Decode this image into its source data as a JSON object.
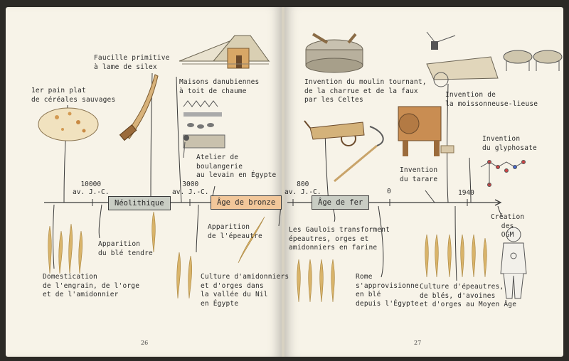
{
  "pages": {
    "left_number": "26",
    "right_number": "27"
  },
  "eras": {
    "neolithic": "Néolithique",
    "bronze": "Âge de bronze",
    "iron": "Âge de fer"
  },
  "dates": {
    "d10000": [
      "10000",
      "av. J.-C."
    ],
    "d3000": [
      "3000",
      "av. J.-C."
    ],
    "d800": [
      "800",
      "av. J.-C."
    ],
    "d0": [
      "0"
    ],
    "d1940": [
      "1940"
    ]
  },
  "labels": {
    "bread": [
      "1er pain plat",
      "de céréales sauvages"
    ],
    "sickle": [
      "Faucille primitive",
      "à lame de silex"
    ],
    "houses": [
      "Maisons danubiennes",
      "à toit de chaume"
    ],
    "bakery": [
      "Atelier de",
      "boulangerie",
      "au levain en Égypte"
    ],
    "mill": [
      "Invention du moulin tournant,",
      "de la charrue et de la faux",
      "par les Celtes"
    ],
    "harvester": [
      "Invention de",
      "la moissonneuse-lieuse"
    ],
    "tarare": [
      "Invention",
      "du tarare"
    ],
    "glyphosate": [
      "Invention",
      "du glyphosate"
    ],
    "domestication": [
      "Domestication",
      "de l'engrain, de l'orge",
      "et de l'amidonnier"
    ],
    "soft_wheat": [
      "Apparition",
      "du blé tendre"
    ],
    "spelt": [
      "Apparition",
      "de l'épeautre"
    ],
    "nile": [
      "Culture d'amidonniers",
      "et d'orges dans",
      "la vallée du Nil",
      "en Égypte"
    ],
    "gauls": [
      "Les Gaulois transforment",
      "épeautres, orges et",
      "amidonniers en farine"
    ],
    "rome": [
      "Rome",
      "s'approvisionne",
      "en blé",
      "depuis l'Égypte"
    ],
    "middle_ages": [
      "Culture d'épeautres,",
      "de blés, d'avoines",
      "et d'orges au Moyen Âge"
    ],
    "gmo": [
      "Création",
      "des",
      "OGM"
    ]
  },
  "colors": {
    "paper": "#f7f3e8",
    "ink": "#2b2b2b",
    "era_fill": "#c9cdc4",
    "bronze_fill": "#f2c79a",
    "wheat": "#d9b46a"
  }
}
